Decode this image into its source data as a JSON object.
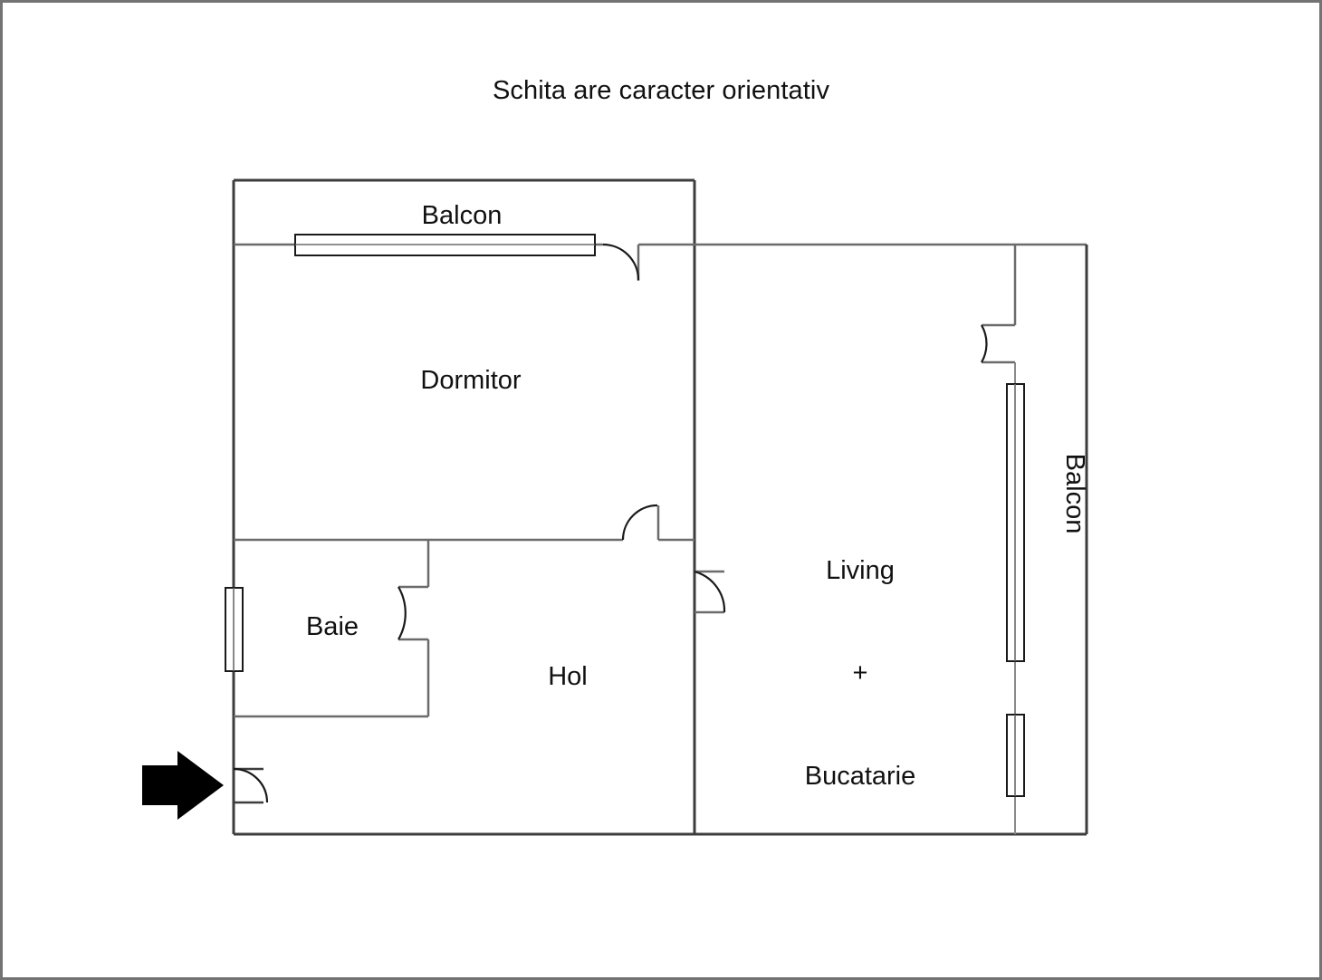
{
  "title": "Schita are caracter orientativ",
  "rooms": {
    "balcon_top": "Balcon",
    "dormitor": "Dormitor",
    "baie": "Baie",
    "hol": "Hol",
    "living_line1": "Living",
    "living_plus": "+",
    "living_line2": "Bucatarie",
    "balcon_right": "Balcon"
  },
  "colors": {
    "wall": "#3d3d3d",
    "wall_thin": "#6b6b6b",
    "frame": "#737373",
    "text": "#111111",
    "background": "#ffffff",
    "entrance_arrow": "#000000"
  },
  "elements": {
    "entrance_arrow": "entrance-direction-arrow",
    "window_balcon_top": "window",
    "window_baie": "window",
    "window_balcon_right_upper": "window",
    "window_balcon_right_lower": "window",
    "door_balcon_top": "door-swing",
    "door_dormitor": "door-swing",
    "door_baie": "door-swing",
    "door_living": "door-swing",
    "door_balcon_right": "door-swing",
    "door_entrance": "door-swing"
  }
}
